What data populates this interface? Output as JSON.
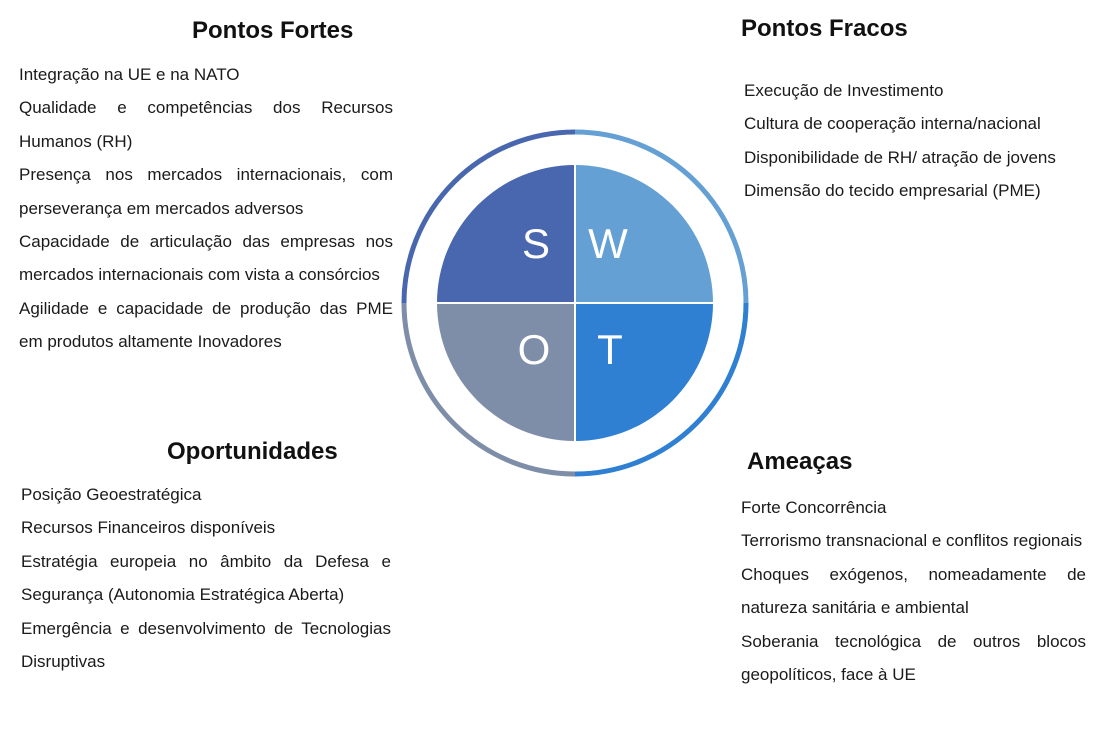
{
  "strengths": {
    "title": "Pontos Fortes",
    "items": [
      "Integração na UE e na NATO",
      "Qualidade e competências dos Recursos Humanos (RH)",
      "Presença nos mercados internacionais, com perseverança em mercados adversos",
      "Capacidade de articulação das empresas nos mercados internacionais com vista a consórcios",
      "Agilidade e capacidade de produção das PME em produtos altamente Inovadores"
    ]
  },
  "weaknesses": {
    "title": "Pontos Fracos",
    "items": [
      "Execução de Investimento",
      "Cultura de cooperação interna/nacional",
      "Disponibilidade de RH/ atração de jovens",
      "Dimensão do tecido empresarial (PME)"
    ]
  },
  "opportunities": {
    "title": "Oportunidades",
    "items": [
      "Posição Geoestratégica",
      "Recursos Financeiros disponíveis",
      "Estratégia europeia no âmbito da Defesa e Segurança (Autonomia Estratégica Aberta)",
      "Emergência e desenvolvimento de Tecnologias Disruptivas"
    ]
  },
  "threats": {
    "title": "Ameaças",
    "items": [
      "Forte Concorrência",
      "Terrorismo transnacional e conflitos regionais",
      "Choques exógenos, nomeadamente de natureza sanitária e ambiental",
      "Soberania tecnológica de outros blocos geopolíticos, face à UE"
    ]
  },
  "swot": {
    "s": "S",
    "w": "W",
    "o": "O",
    "t": "T"
  },
  "colors": {
    "strengths": "#4867ae",
    "weaknesses": "#64a0d4",
    "opportunities": "#7f8ea8",
    "threats": "#2f7fd3"
  }
}
